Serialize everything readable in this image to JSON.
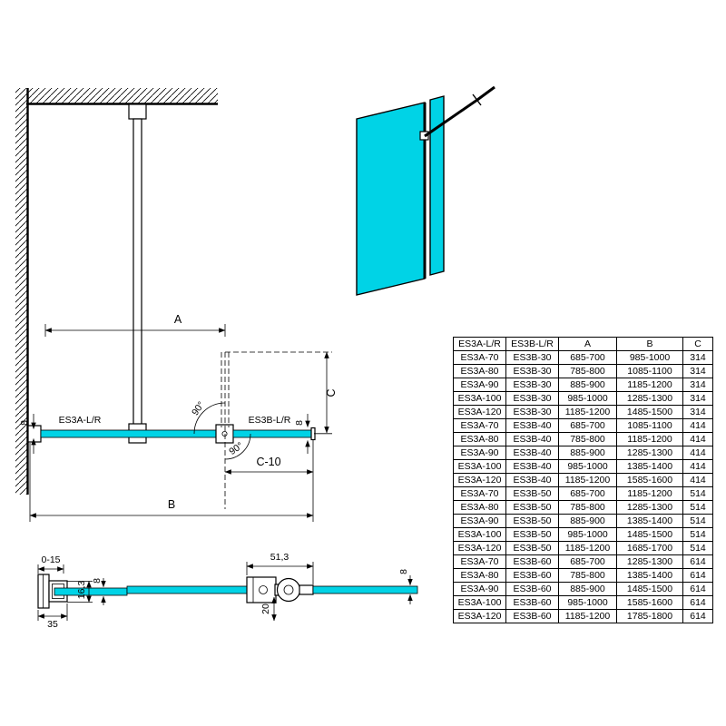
{
  "page": {
    "background": "#ffffff"
  },
  "colors": {
    "glass": "#00d3e6",
    "line": "#000000"
  },
  "plan_view": {
    "dim_a": "A",
    "dim_b": "B",
    "dim_c": "C",
    "dim_c_minus_10": "C-10",
    "angle_upper": "90°",
    "angle_lower": "90°",
    "label_es3a": "ES3A-L/R",
    "label_es3b": "ES3B-L/R",
    "glass_thickness_left": "8",
    "glass_thickness_right": "8"
  },
  "wall_profile_section": {
    "adjustment_range": "0-15",
    "profile_depth": "16,3",
    "glass_thickness": "8",
    "profile_width": "35"
  },
  "support_clamp_section": {
    "clamp_width": "51,3",
    "clamp_height": "20",
    "glass_thickness": "8"
  },
  "size_table": {
    "headers": [
      "ES3A-L/R",
      "ES3B-L/R",
      "A",
      "B",
      "C"
    ],
    "rows": [
      [
        "ES3A-70",
        "ES3B-30",
        "685-700",
        "985-1000",
        "314"
      ],
      [
        "ES3A-80",
        "ES3B-30",
        "785-800",
        "1085-1100",
        "314"
      ],
      [
        "ES3A-90",
        "ES3B-30",
        "885-900",
        "1185-1200",
        "314"
      ],
      [
        "ES3A-100",
        "ES3B-30",
        "985-1000",
        "1285-1300",
        "314"
      ],
      [
        "ES3A-120",
        "ES3B-30",
        "1185-1200",
        "1485-1500",
        "314"
      ],
      [
        "ES3A-70",
        "ES3B-40",
        "685-700",
        "1085-1100",
        "414"
      ],
      [
        "ES3A-80",
        "ES3B-40",
        "785-800",
        "1185-1200",
        "414"
      ],
      [
        "ES3A-90",
        "ES3B-40",
        "885-900",
        "1285-1300",
        "414"
      ],
      [
        "ES3A-100",
        "ES3B-40",
        "985-1000",
        "1385-1400",
        "414"
      ],
      [
        "ES3A-120",
        "ES3B-40",
        "1185-1200",
        "1585-1600",
        "414"
      ],
      [
        "ES3A-70",
        "ES3B-50",
        "685-700",
        "1185-1200",
        "514"
      ],
      [
        "ES3A-80",
        "ES3B-50",
        "785-800",
        "1285-1300",
        "514"
      ],
      [
        "ES3A-90",
        "ES3B-50",
        "885-900",
        "1385-1400",
        "514"
      ],
      [
        "ES3A-100",
        "ES3B-50",
        "985-1000",
        "1485-1500",
        "514"
      ],
      [
        "ES3A-120",
        "ES3B-50",
        "1185-1200",
        "1685-1700",
        "514"
      ],
      [
        "ES3A-70",
        "ES3B-60",
        "685-700",
        "1285-1300",
        "614"
      ],
      [
        "ES3A-80",
        "ES3B-60",
        "785-800",
        "1385-1400",
        "614"
      ],
      [
        "ES3A-90",
        "ES3B-60",
        "885-900",
        "1485-1500",
        "614"
      ],
      [
        "ES3A-100",
        "ES3B-60",
        "985-1000",
        "1585-1600",
        "614"
      ],
      [
        "ES3A-120",
        "ES3B-60",
        "1185-1200",
        "1785-1800",
        "614"
      ]
    ]
  }
}
